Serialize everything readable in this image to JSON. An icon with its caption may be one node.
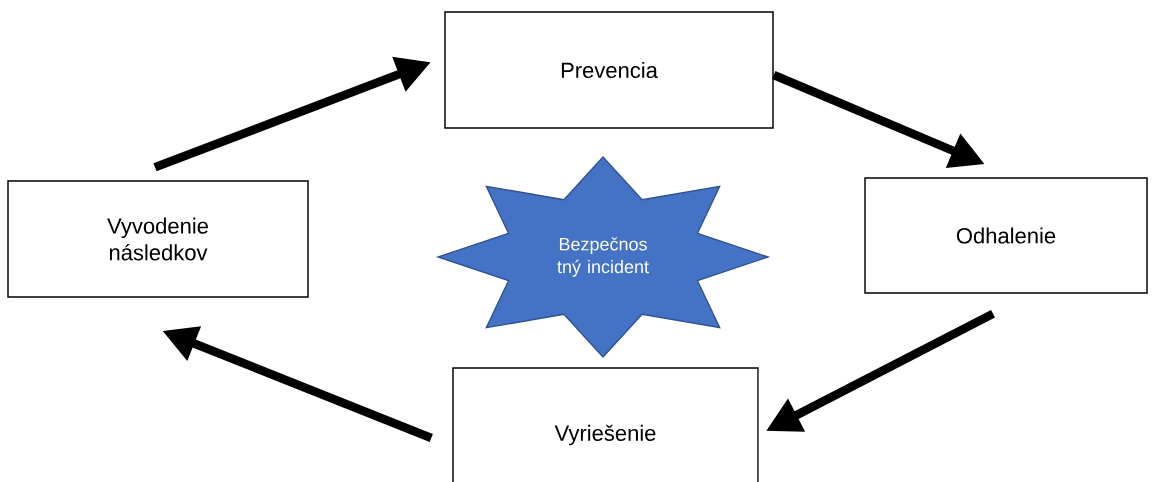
{
  "diagram": {
    "nodes": [
      {
        "text": [
          "Prevencia"
        ]
      },
      {
        "text": [
          "Odhalenie"
        ]
      },
      {
        "text": [
          "Vyriešenie"
        ]
      },
      {
        "text": [
          "Vyvodenie následkov"
        ]
      },
      {
        "text": [
          "Bezpečnos tný incident"
        ]
      }
    ],
    "edges": [
      {
        "from": 3,
        "to": 0,
        "arrow": "to"
      },
      {
        "from": 0,
        "to": 1,
        "arrow": "to"
      },
      {
        "from": 1,
        "to": 2,
        "arrow": "to"
      },
      {
        "from": 2,
        "to": 3,
        "arrow": "to"
      }
    ]
  }
}
